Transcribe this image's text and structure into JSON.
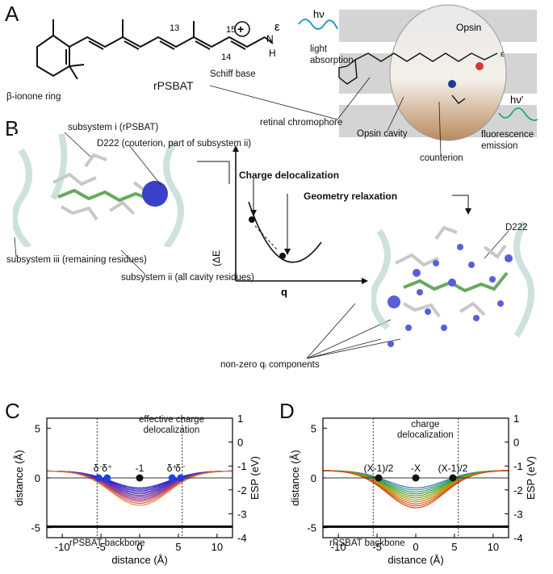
{
  "panels": {
    "a": "A",
    "b": "B",
    "c": "C",
    "d": "D"
  },
  "panel_a": {
    "ring_label": "β-ionone ring",
    "schiff_base": "Schiff base",
    "atom13": "13",
    "atom14": "14",
    "atom15": "15",
    "n_h": "N",
    "h": "H",
    "epsilon": "ε",
    "plus": "+",
    "rpsbat": "rPSBAT",
    "opsin": "Opsin",
    "hv": "hν",
    "hv_prime": "hν′",
    "light_absorption": "light\nabsorption",
    "retinal_chromophore": "retinal chromophore",
    "opsin_cavity": "Opsin cavity",
    "counterion": "counterion",
    "fluorescence": "fluorescence\nemission"
  },
  "panel_b": {
    "subsystem_i": "subsystem i (rPSBAT)",
    "d222_counterion": "D222 (couterion, part of subsystem ii)",
    "charge_delocalization": "Charge delocalization",
    "geometry_relaxation": "Geometry relaxation",
    "d222": "D222",
    "y_axis": "(ΔE",
    "x_axis": "q",
    "subsystem_iii": "subsystem iii (remaining residues)",
    "subsystem_ii": "subsystem ii (all cavity residues)",
    "nonzero": "non-zero qᵢ components"
  },
  "panel_c": {
    "annotation": "effective charge\ndelocalization",
    "labels": [
      "δ⁻",
      "δ⁺",
      "-1",
      "δ⁺",
      "δ⁻"
    ],
    "backbone": "rPSBAT backbone",
    "xlabel": "distance (Å)",
    "ylabel": "distance (Å)",
    "y2label": "ESP (eV)"
  },
  "panel_d": {
    "annotation": "charge\ndelocalization",
    "labels": [
      "(X-1)/2",
      "-X",
      "(X-1)/2"
    ],
    "backbone": "rPSBAT backbone",
    "xlabel": "distance (Å)",
    "ylabel": "distance (Å)",
    "y2label": "ESP (eV)"
  },
  "chart_data": [
    {
      "type": "line",
      "title": "",
      "xlabel": "distance (Å)",
      "ylabel": "distance (Å)",
      "y2label": "ESP (eV)",
      "xlim": [
        -12,
        12
      ],
      "ylim": [
        -6,
        6
      ],
      "y2lim": [
        -4,
        1
      ],
      "xticks": [
        -10,
        -5,
        0,
        5,
        10
      ],
      "yticks": [
        -5,
        0,
        5
      ],
      "y2ticks": [
        1,
        0,
        -1,
        -2,
        -3,
        -4
      ],
      "vlines": [
        -5.5,
        5.5
      ],
      "backbone_y": -4.9,
      "charge_points": [
        {
          "x": -5.3,
          "y": 0
        },
        {
          "x": -4.2,
          "y": 0
        },
        {
          "x": 0,
          "y": 0
        },
        {
          "x": 4.2,
          "y": 0
        },
        {
          "x": 5.3,
          "y": 0
        }
      ],
      "curve_depths": [
        -1.0,
        -1.15,
        -1.3,
        -1.45,
        -1.6,
        -1.75,
        -1.9,
        -2.05,
        -2.2,
        -2.35,
        -2.55,
        -2.75
      ],
      "curve_edge": 0.7,
      "colors": [
        "#1a1acc",
        "#2a20c8",
        "#3b26c2",
        "#4c2cbb",
        "#5d30b2",
        "#6e34a8",
        "#80389c",
        "#953d8e",
        "#aa4380",
        "#c04a70",
        "#d65a55",
        "#e88a2a"
      ]
    },
    {
      "type": "line",
      "title": "",
      "xlabel": "distance (Å)",
      "ylabel": "distance (Å)",
      "y2label": "ESP (eV)",
      "xlim": [
        -12,
        12
      ],
      "ylim": [
        -6,
        6
      ],
      "y2lim": [
        -4,
        1
      ],
      "xticks": [
        -10,
        -5,
        0,
        5,
        10
      ],
      "yticks": [
        -5,
        0,
        5
      ],
      "y2ticks": [
        1,
        0,
        -1,
        -2,
        -3,
        -4
      ],
      "vlines": [
        -5.5,
        5.5
      ],
      "backbone_y": -4.9,
      "charge_points": [
        {
          "x": -4.8,
          "y": 0
        },
        {
          "x": 0,
          "y": 0
        },
        {
          "x": 4.8,
          "y": 0
        }
      ],
      "curve_depths": [
        -1.0,
        -1.2,
        -1.4,
        -1.6,
        -1.8,
        -2.0,
        -2.2,
        -2.4,
        -2.6,
        -2.8,
        -3.0
      ],
      "curve_edge": 0.75,
      "colors": [
        "#3a6fd0",
        "#2f9a8a",
        "#2aa050",
        "#3a9a30",
        "#55a020",
        "#7aa010",
        "#a0a010",
        "#c08a10",
        "#d07010",
        "#d85a10",
        "#e04010"
      ]
    }
  ]
}
